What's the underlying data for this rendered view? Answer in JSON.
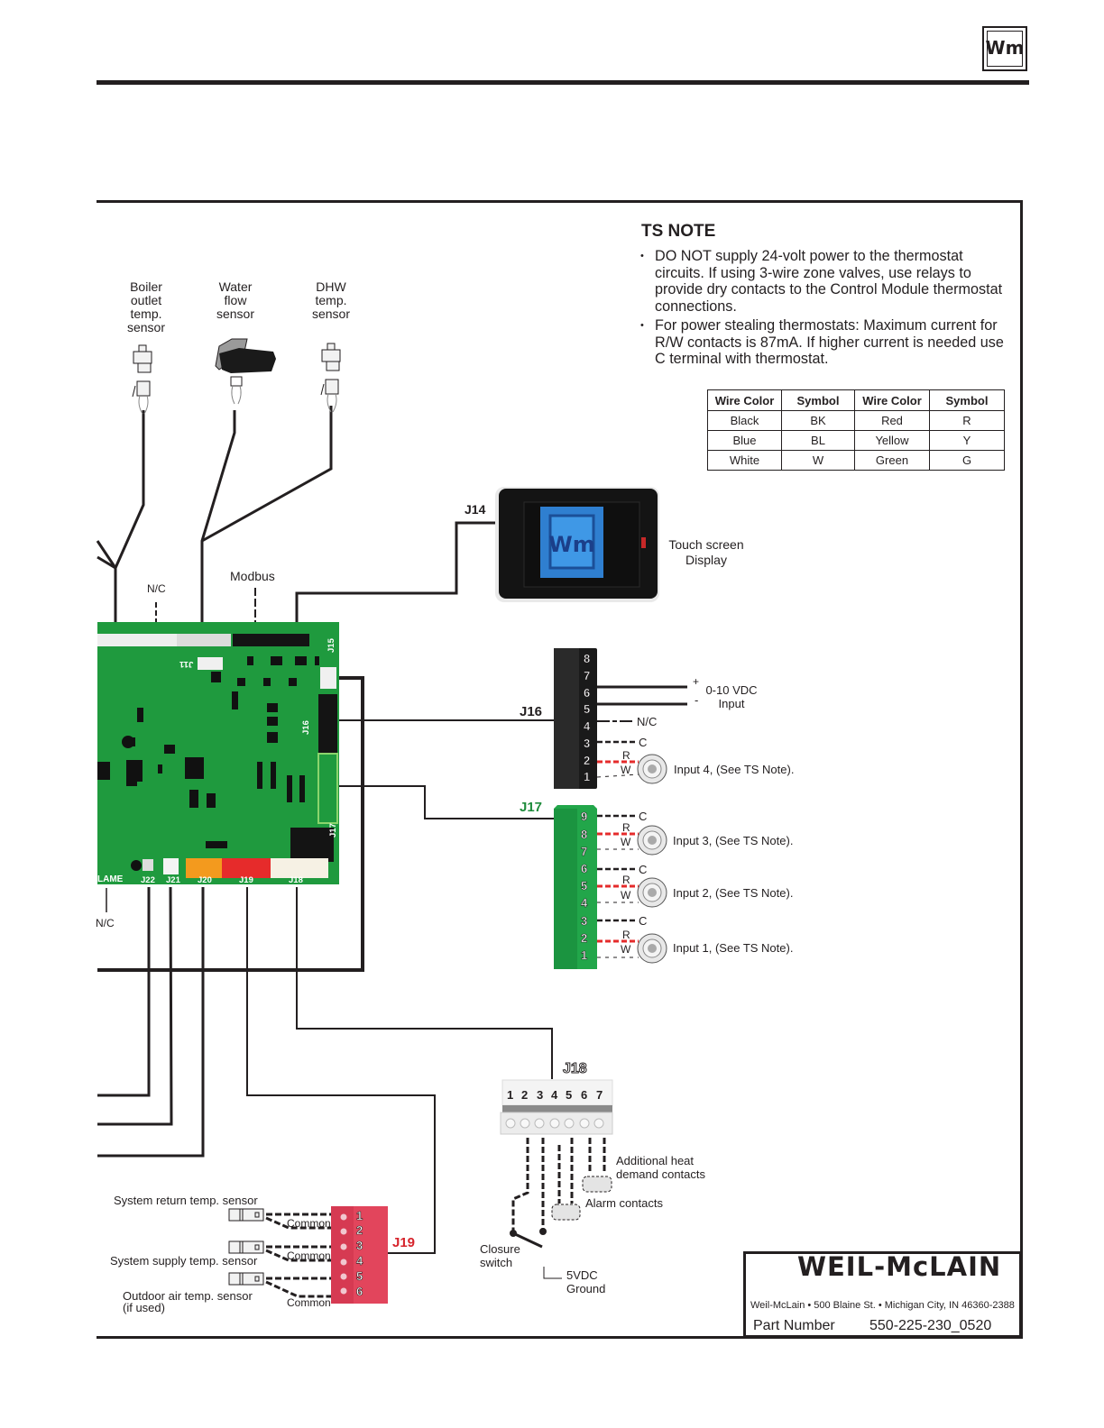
{
  "header": {
    "logo_icon": "weil-mclain-wm-logo"
  },
  "ts_note": {
    "title": "TS NOTE",
    "items": [
      "DO NOT supply 24-volt power to the thermostat circuits. If using 3-wire zone valves, use relays to provide dry contacts to the Control Module thermostat connections.",
      "For power stealing thermostats: Maximum current for R/W contacts is 87mA. If higher current is needed use C terminal with thermostat."
    ]
  },
  "wire_table": {
    "headers": [
      "Wire Color",
      "Symbol",
      "Wire Color",
      "Symbol"
    ],
    "rows": [
      [
        "Black",
        "BK",
        "Red",
        "R"
      ],
      [
        "Blue",
        "BL",
        "Yellow",
        "Y"
      ],
      [
        "White",
        "W",
        "Green",
        "G"
      ]
    ]
  },
  "sensors": {
    "boiler_outlet": [
      "Boiler",
      "outlet",
      "temp.",
      "sensor"
    ],
    "water_flow": [
      "Water",
      "flow",
      "sensor"
    ],
    "dhw": [
      "DHW",
      "temp.",
      "sensor"
    ]
  },
  "board_labels": {
    "nc_top": "N/C",
    "modbus": "Modbus",
    "nc_bottom": "N/C",
    "j11": "J11",
    "j15": "J15",
    "j16": "J16",
    "j17": "J17",
    "flame": "LAME",
    "j22": "J22",
    "j21": "J21",
    "j20": "J20",
    "j19": "J19",
    "j18": "J18"
  },
  "touch_screen": {
    "connector": "J14",
    "label": [
      "Touch screen",
      "Display"
    ]
  },
  "j16": {
    "label": "J16",
    "pins": [
      "8",
      "7",
      "6",
      "5",
      "4",
      "3",
      "2",
      "1"
    ],
    "vdc_plus": "+",
    "vdc_minus": "-",
    "vdc_label": [
      "0-10 VDC",
      "Input"
    ],
    "nc": "N/C",
    "c": "C",
    "r": "R",
    "w": "W",
    "input_label": "Input 4, (See TS Note)."
  },
  "j17": {
    "label": "J17",
    "pins": [
      "9",
      "8",
      "7",
      "6",
      "5",
      "4",
      "3",
      "2",
      "1"
    ],
    "c": "C",
    "r": "R",
    "w": "W",
    "inputs": [
      "Input 3, (See TS Note).",
      "Input 2, (See TS Note).",
      "Input 1, (See TS Note)."
    ]
  },
  "j18": {
    "label": "J18",
    "pins": [
      "1",
      "2",
      "3",
      "4",
      "5",
      "6",
      "7"
    ],
    "additional_heat": [
      "Additional heat",
      "demand contacts"
    ],
    "alarm": "Alarm contacts",
    "closure_switch": [
      "Closure",
      "switch"
    ],
    "ground": [
      "5VDC",
      "Ground"
    ]
  },
  "j19": {
    "label": "J19",
    "pins": [
      "1",
      "2",
      "3",
      "4",
      "5",
      "6"
    ],
    "common": "Common",
    "return_sensor": "System return temp. sensor",
    "supply_sensor": "System supply temp. sensor",
    "outdoor_sensor": [
      "Outdoor air temp. sensor",
      "(if used)"
    ]
  },
  "title_block": {
    "brand": "WEIL-McLAIN",
    "address": "Weil-McLain • 500 Blaine St. • Michigan City, IN 46360-2388",
    "part_number_label": "Part Number",
    "part_number": "550-225-230_0520"
  },
  "colors": {
    "pcb_green": "#1f9a3e",
    "connector_green": "#22a64a",
    "j19_red": "#e2455c",
    "j17_label_green": "#1f8c3c",
    "j19_label_red": "#d6232b",
    "wire_red": "#e52b2b",
    "screen_blue": "#2f7fd0"
  }
}
